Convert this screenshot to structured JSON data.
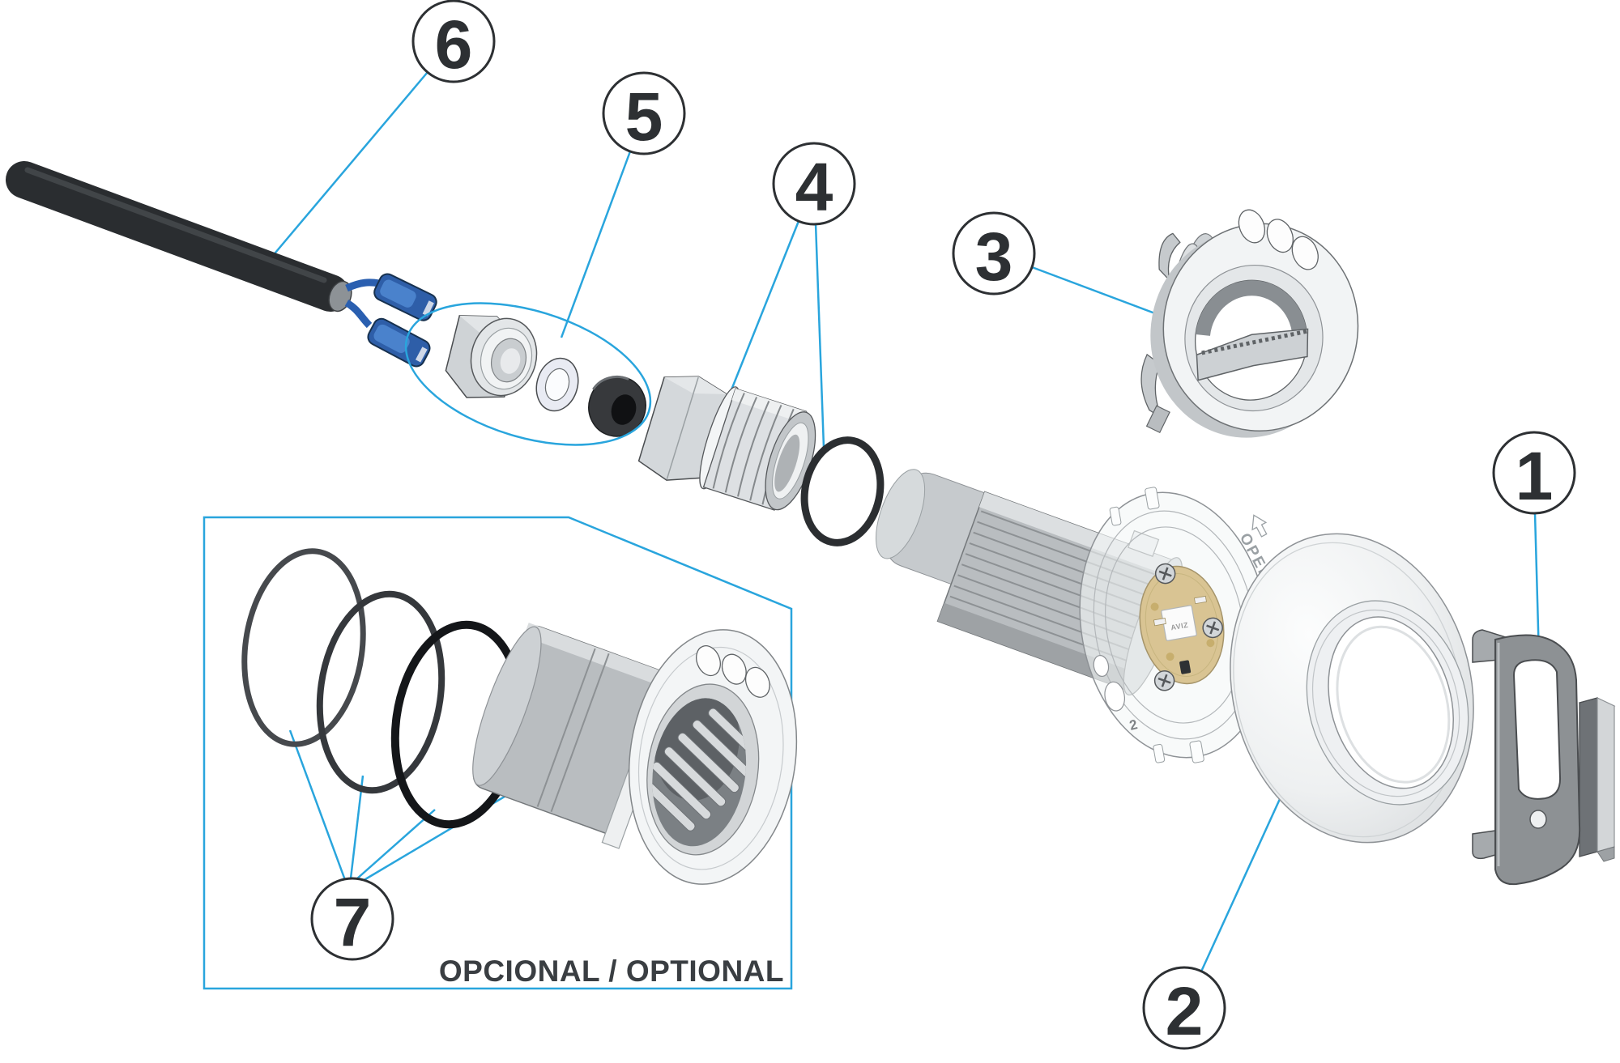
{
  "diagram": {
    "background": "#ffffff",
    "accent_color": "#29a5dd",
    "outline_color": "#4a4d50",
    "optional_box": {
      "label": "OPCIONAL / OPTIONAL"
    },
    "markings": {
      "flange_open": "OPEN",
      "flange_position": "2",
      "led_chip": "AVIZ"
    },
    "callouts": [
      {
        "number": "1"
      },
      {
        "number": "2"
      },
      {
        "number": "3"
      },
      {
        "number": "4"
      },
      {
        "number": "5"
      },
      {
        "number": "6"
      },
      {
        "number": "7"
      }
    ]
  }
}
